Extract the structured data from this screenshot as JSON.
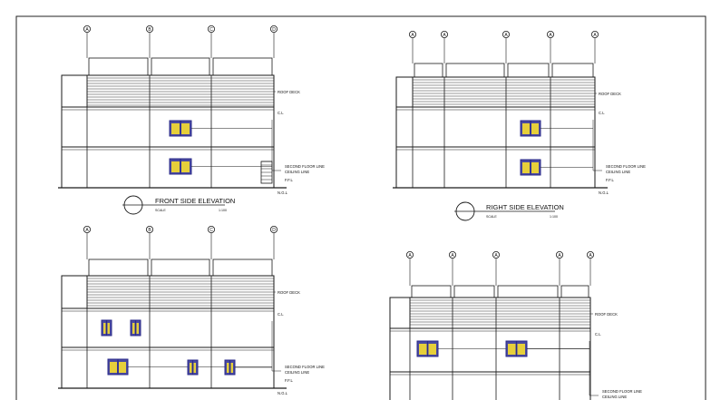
{
  "labels": {
    "roof_deck": "ROOF DECK",
    "cl": "C.L",
    "second_floor_line": "SECOND FLOOR LINE",
    "ceiling_line": "CEILING LINE",
    "ffl": "F.F.L",
    "ngl": "N.G.L"
  },
  "titles": {
    "front": "FRONT SIDE ELEVATION",
    "right": "RIGHT SIDE ELEVATION"
  },
  "scale": {
    "label": "SCALE",
    "value": "1:100"
  },
  "grid": {
    "front": [
      "A",
      "B",
      "C",
      "D"
    ],
    "right": [
      "A",
      "A",
      "A",
      "A",
      "A"
    ],
    "rear": [
      "A",
      "B",
      "C",
      "D"
    ],
    "left": [
      "A",
      "A",
      "A",
      "A",
      "A"
    ]
  },
  "colors": {
    "line": "#1a1a1a",
    "window_frame": "#2a2a8a",
    "window_glass": "#e6cf3a",
    "window_bg": "#4a4aa0"
  }
}
